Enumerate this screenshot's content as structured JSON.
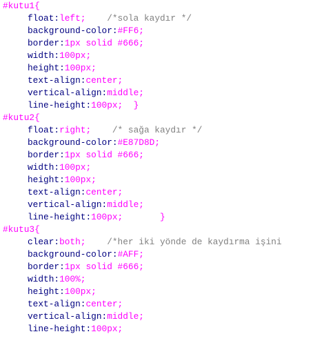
{
  "code": {
    "lines": [
      {
        "type": "selector",
        "text": "#kutu1{"
      },
      {
        "type": "decl",
        "prop": "float:",
        "value": "left;",
        "comment": "    /*sola kaydır */"
      },
      {
        "type": "decl",
        "prop": "background-color:",
        "value": "#FF6;"
      },
      {
        "type": "decl",
        "prop": "border:",
        "value": "1px solid #666;"
      },
      {
        "type": "decl",
        "prop": "width:",
        "value": "100px;"
      },
      {
        "type": "decl",
        "prop": "height:",
        "value": "100px;"
      },
      {
        "type": "decl",
        "prop": "text-align:",
        "value": "center;"
      },
      {
        "type": "decl",
        "prop": "vertical-align:",
        "value": "middle;"
      },
      {
        "type": "decl",
        "prop": "line-height:",
        "value": "100px;",
        "trail": "  }"
      },
      {
        "type": "selector",
        "text": "#kutu2{"
      },
      {
        "type": "decl",
        "prop": "float:",
        "value": "right;",
        "comment": "    /* sağa kaydır */"
      },
      {
        "type": "decl",
        "prop": "background-color:",
        "value": "#E87D8D;"
      },
      {
        "type": "decl",
        "prop": "border:",
        "value": "1px solid #666;"
      },
      {
        "type": "decl",
        "prop": "width:",
        "value": "100px;"
      },
      {
        "type": "decl",
        "prop": "height:",
        "value": "100px;"
      },
      {
        "type": "decl",
        "prop": "text-align:",
        "value": "center;"
      },
      {
        "type": "decl",
        "prop": "vertical-align:",
        "value": "middle;"
      },
      {
        "type": "decl",
        "prop": "line-height:",
        "value": "100px;",
        "trail": "       }"
      },
      {
        "type": "selector",
        "text": "#kutu3{"
      },
      {
        "type": "decl",
        "prop": "clear:",
        "value": "both;",
        "comment": "    /*her iki yönde de kaydırma işini"
      },
      {
        "type": "decl",
        "prop": "background-color:",
        "value": "#AFF;"
      },
      {
        "type": "decl",
        "prop": "border:",
        "value": "1px solid #666;"
      },
      {
        "type": "decl",
        "prop": "width:",
        "value": "100%;"
      },
      {
        "type": "decl",
        "prop": "height:",
        "value": "100px;"
      },
      {
        "type": "decl",
        "prop": "text-align:",
        "value": "center;"
      },
      {
        "type": "decl",
        "prop": "vertical-align:",
        "value": "middle;"
      },
      {
        "type": "decl",
        "prop": "line-height:",
        "value": "100px;"
      }
    ]
  },
  "colors": {
    "selector": "#ff00ff",
    "property": "#000080",
    "value": "#ff00ff",
    "comment": "#808080",
    "background": "#ffffff"
  }
}
